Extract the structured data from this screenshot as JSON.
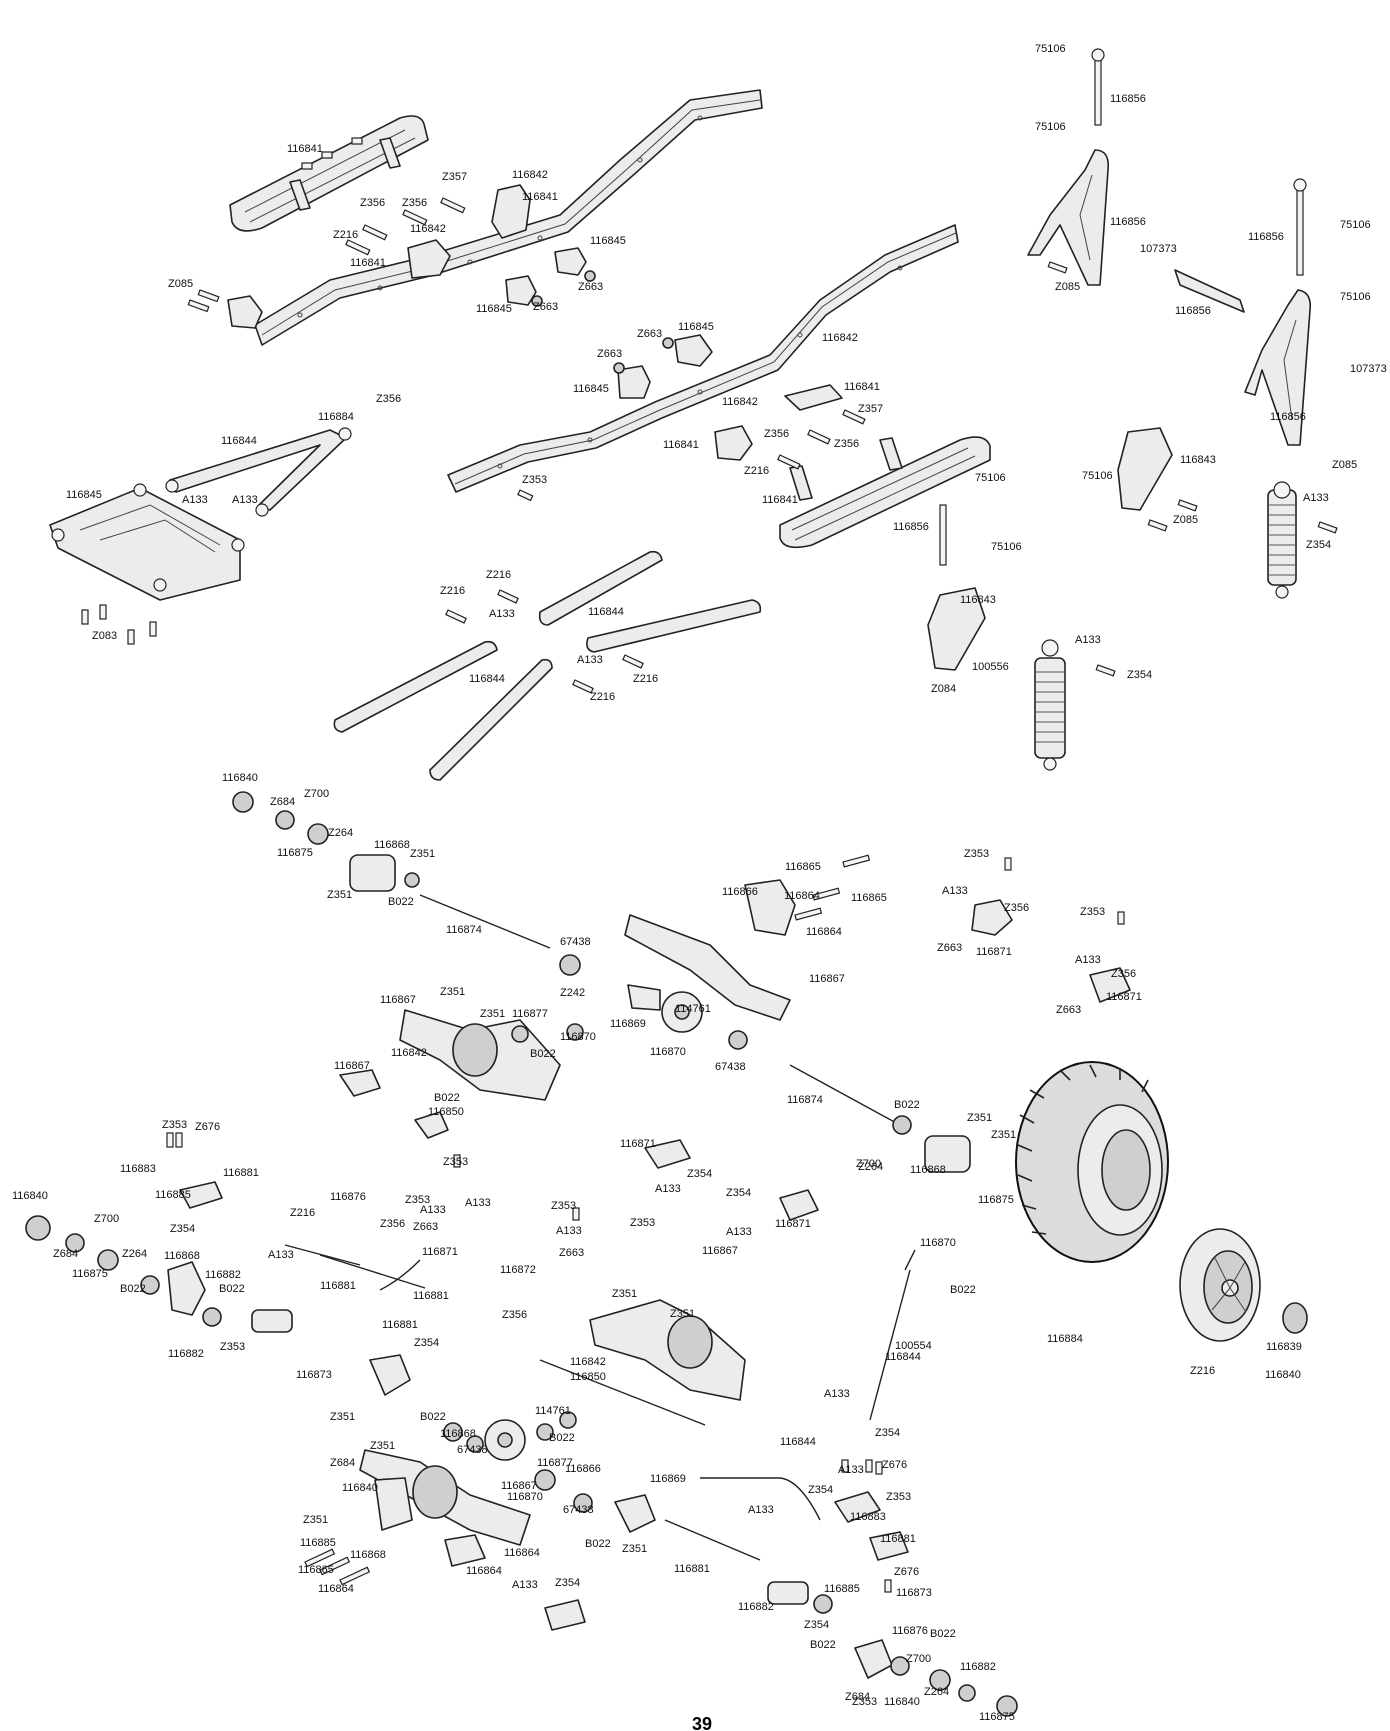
{
  "page_number": "39",
  "labels": [
    "75106",
    "116856",
    "75106",
    "116856",
    "107373",
    "116856",
    "Z085",
    "75106",
    "116856",
    "75106",
    "107373",
    "116856",
    "Z085",
    "116841",
    "Z357",
    "116842",
    "116841",
    "Z356",
    "Z356",
    "Z216",
    "116842",
    "116841",
    "Z085",
    "116845",
    "Z663",
    "116845",
    "Z663",
    "Z663",
    "116845",
    "Z663",
    "116845",
    "116842",
    "116842",
    "116841",
    "Z357",
    "116841",
    "Z356",
    "Z356",
    "Z216",
    "116841",
    "116884",
    "Z356",
    "116844",
    "116845",
    "A133",
    "A133",
    "Z083",
    "Z353",
    "75106",
    "116843",
    "Z085",
    "A133",
    "Z354",
    "75106",
    "116856",
    "75106",
    "116843",
    "100556",
    "Z084",
    "A133",
    "Z354",
    "Z216",
    "Z216",
    "A133",
    "116844",
    "116844",
    "A133",
    "Z216",
    "Z216",
    "116840",
    "Z684",
    "Z700",
    "Z264",
    "116875",
    "116868",
    "Z351",
    "Z351",
    "B022",
    "116874",
    "67438",
    "116865",
    "116866",
    "116864",
    "116865",
    "116864",
    "116867",
    "Z353",
    "A133",
    "Z356",
    "Z663",
    "116871",
    "Z353",
    "A133",
    "Z356",
    "Z663",
    "116871",
    "116867",
    "Z351",
    "Z351",
    "116877",
    "Z242",
    "116870",
    "B022",
    "116842",
    "116867",
    "B022",
    "116850",
    "116869",
    "114761",
    "116870",
    "67438",
    "116874",
    "B022",
    "Z351",
    "Z700",
    "Z351",
    "Z264",
    "116868",
    "116875",
    "Z676",
    "Z353",
    "116883",
    "116881",
    "116885",
    "Z354",
    "116840",
    "Z684",
    "Z700",
    "Z264",
    "116875",
    "116868",
    "116882",
    "B022",
    "B022",
    "116882",
    "Z353",
    "116876",
    "Z216",
    "A133",
    "116881",
    "116881",
    "116881",
    "Z354",
    "A133",
    "Z353",
    "Z353",
    "A133",
    "Z663",
    "Z356",
    "116871",
    "116871",
    "A133",
    "Z354",
    "Z354",
    "A133",
    "116871",
    "Z353",
    "Z353",
    "A133",
    "Z663",
    "116872",
    "Z356",
    "Z351",
    "Z351",
    "116867",
    "116842",
    "116850",
    "116873",
    "Z351",
    "B022",
    "Z351",
    "116868",
    "67438",
    "114761",
    "B022",
    "116877",
    "116870",
    "B022",
    "100554",
    "116844",
    "A133",
    "116844",
    "116884",
    "Z216",
    "116839",
    "116840",
    "Z684",
    "116840",
    "116867",
    "116866",
    "116870",
    "67438",
    "116869",
    "B022",
    "Z351",
    "Z351",
    "116868",
    "116885",
    "116865",
    "116864",
    "116864",
    "116864",
    "A133",
    "Z354",
    "Z354",
    "A133",
    "Z676",
    "Z354",
    "Z353",
    "A133",
    "116883",
    "116881",
    "Z676",
    "116881",
    "116885",
    "116873",
    "116882",
    "Z354",
    "116876",
    "B022",
    "B022",
    "Z700",
    "116882",
    "Z264",
    "Z684",
    "116875",
    "Z353",
    "116840"
  ]
}
